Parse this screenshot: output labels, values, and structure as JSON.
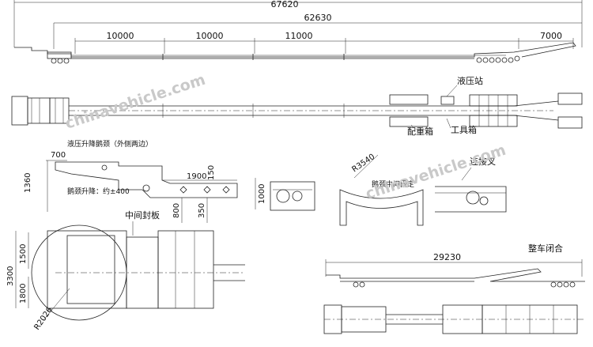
{
  "dimensions": {
    "overall_length": "67620",
    "deck_length": "62630",
    "seg1": "10000",
    "seg2": "10000",
    "seg3": "11000",
    "rear_ramp": "7000",
    "gooseneck": "700",
    "neck_height": "1360",
    "neck_step": "1900",
    "step_150": "150",
    "step_800": "800",
    "step_350": "350",
    "end_1000": "1000",
    "radius_3540": "R3540",
    "width_1500": "1500",
    "width_3300": "3300",
    "width_1800": "1800",
    "radius_2026": "R2026",
    "closed_length": "29230"
  },
  "labels": {
    "hydraulic_station": "液压站",
    "counterweight_box": "配重箱",
    "tool_box": "工具箱",
    "hydraulic_lift_note": "液压升降鹅颈（外侧两边）",
    "lift_range_note": "鹅颈升降：约±400",
    "middle_cover": "中间封板",
    "bracket_note": "鹅颈中间固定",
    "connection_fork": "连接叉",
    "closed_vehicle": "整车闭合"
  },
  "watermark": "chinavehicle.com"
}
